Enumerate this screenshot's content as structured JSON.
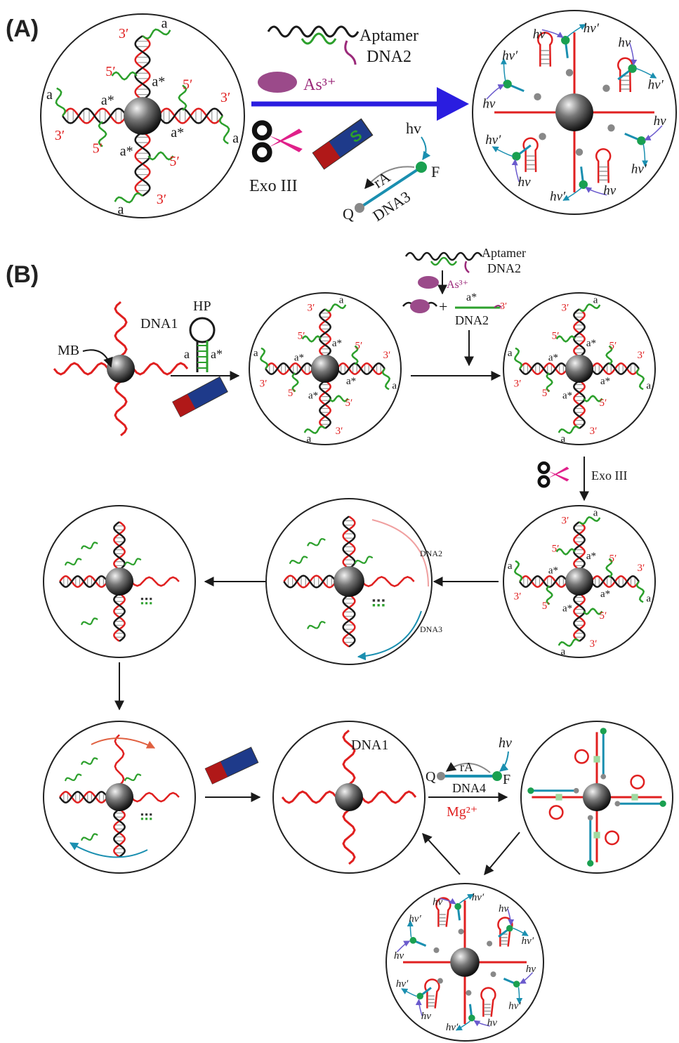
{
  "panel_a": {
    "label": "(A)",
    "aptamer_label": "Aptamer",
    "dna2_label": "DNA2",
    "arsenic_label": "As³⁺",
    "exo_label": "Exo III",
    "magnet_letter": "S",
    "dna3_label": "DNA3",
    "ra_label": "rA",
    "q_label": "Q",
    "f_label": "F",
    "hv": "hv",
    "hv_prime": "hv′"
  },
  "panel_b": {
    "label": "(B)",
    "dna1_label": "DNA1",
    "mb_label": "MB",
    "hp_label": "HP",
    "a_label": "a",
    "a_star_label": "a*",
    "aptamer_label": "Aptamer",
    "dna2_label": "DNA2",
    "arsenic_label": "As³⁺",
    "plus": "+",
    "exo_label": "Exo III",
    "dna3_label": "DNA3",
    "dna4_label": "DNA4",
    "ra_label": "rA",
    "q_label": "Q",
    "f_label": "F",
    "mg_label": "Mg²⁺",
    "hv": "hv",
    "hv_prime": "hv′"
  },
  "strand_labels": {
    "three_prime": "3′",
    "five_prime": "5′",
    "a": "a",
    "a_star": "a*"
  },
  "colors": {
    "dna1": "#e02020",
    "strand_green": "#2ca02c",
    "helix_black": "#1a1a1a",
    "arrow_blue": "#2a1de0",
    "probe_teal": "#1a8fb0",
    "fluor_green": "#1aa050",
    "quencher_gray": "#888888",
    "arsenic": "#9b4a8a"
  }
}
